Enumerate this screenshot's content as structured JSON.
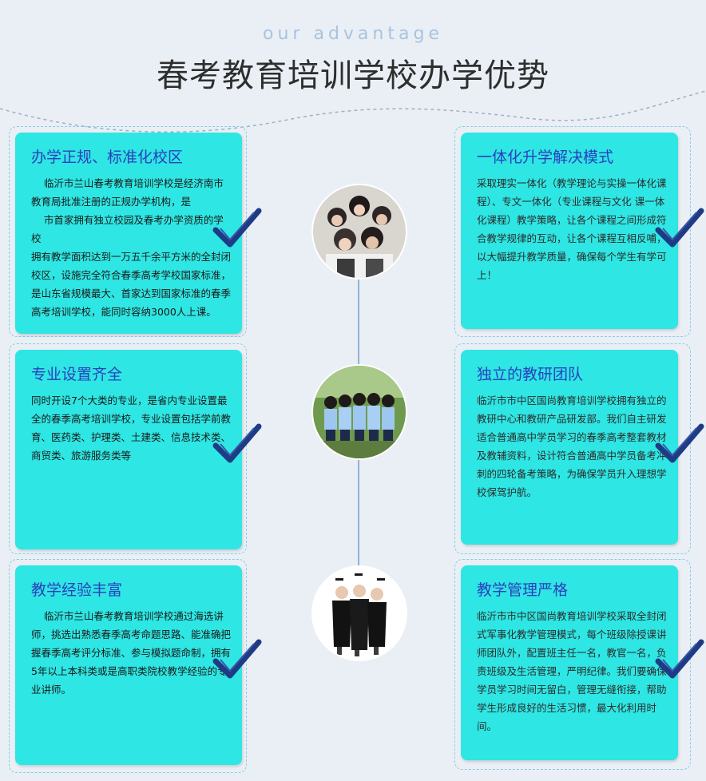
{
  "header": {
    "subtitle": "our advantage",
    "title": "春考教育培训学校办学优势"
  },
  "cards": [
    {
      "title": "办学正规、标准化校区",
      "paragraphs": [
        "    临沂市兰山春考教育培训学校是经济南市教育局批准注册的正规办学机构，是",
        "    市首家拥有独立校园及春考办学资质的学校",
        "拥有教学面积达到一万五千余平方米的全封闭校区，设施完全符合春季高考学校国家标准，是山东省规模最大、首家达到国家标准的春季高考培训学校，能同时容纳3000人上课。"
      ]
    },
    {
      "title": "专业设置齐全",
      "paragraphs": [
        "同时开设7个大类的专业，是省内专业设置最全的春季高考培训学校，专业设置包括学前教育、医药类、护理类、土建类、信息技术类、商贸类、旅游服务类等"
      ]
    },
    {
      "title": "教学经验丰富",
      "paragraphs": [
        "    临沂市兰山春考教育培训学校通过海选讲师，挑选出熟悉春季高考命题思路、能准确把握春季高考评分标准、参与模拟题命制，拥有5年以上本科类或是高职类院校教学经验的专业讲师。"
      ]
    },
    {
      "title": "一体化升学解决模式",
      "paragraphs": [
        "采取理实一体化（教学理论与实操一体化课程）、专文一体化（专业课程与文化 课一体化课程）教学策略，让各个课程之间形成符合教学规律的互动，让各个课程互相反哺，以大幅提升教学质量，确保每个学生有学可上！"
      ]
    },
    {
      "title": "独立的教研团队",
      "paragraphs": [
        "临沂市市中区国尚教育培训学校拥有独立的教研中心和教研产品研发部。我们自主研发适合普通高中学员学习的春季高考整套教材及教辅资料，设计符合普通高中学员备考冲刺的四轮备考策略，为确保学员升入理想学校保驾护航。"
      ]
    },
    {
      "title": "教学管理严格",
      "paragraphs": [
        "临沂市市中区国尚教育培训学校采取全封闭式军事化教学管理模式，每个班级除授课讲师团队外，配置班主任一名，教官一名，负责班级及生活管理，严明纪律。我们要确保学员学习时间无留白，管理无缝衔接，帮助学生形成良好的生活习惯，最大化利用时间。"
      ]
    }
  ],
  "photos": [
    {
      "icon": "group-selfie-photo"
    },
    {
      "icon": "students-uniform-photo"
    },
    {
      "icon": "graduates-photo"
    }
  ],
  "colors": {
    "card_bg": "#2ee6e3",
    "title_blue": "#2b3fbf",
    "check_navy": "#1f3b86"
  }
}
